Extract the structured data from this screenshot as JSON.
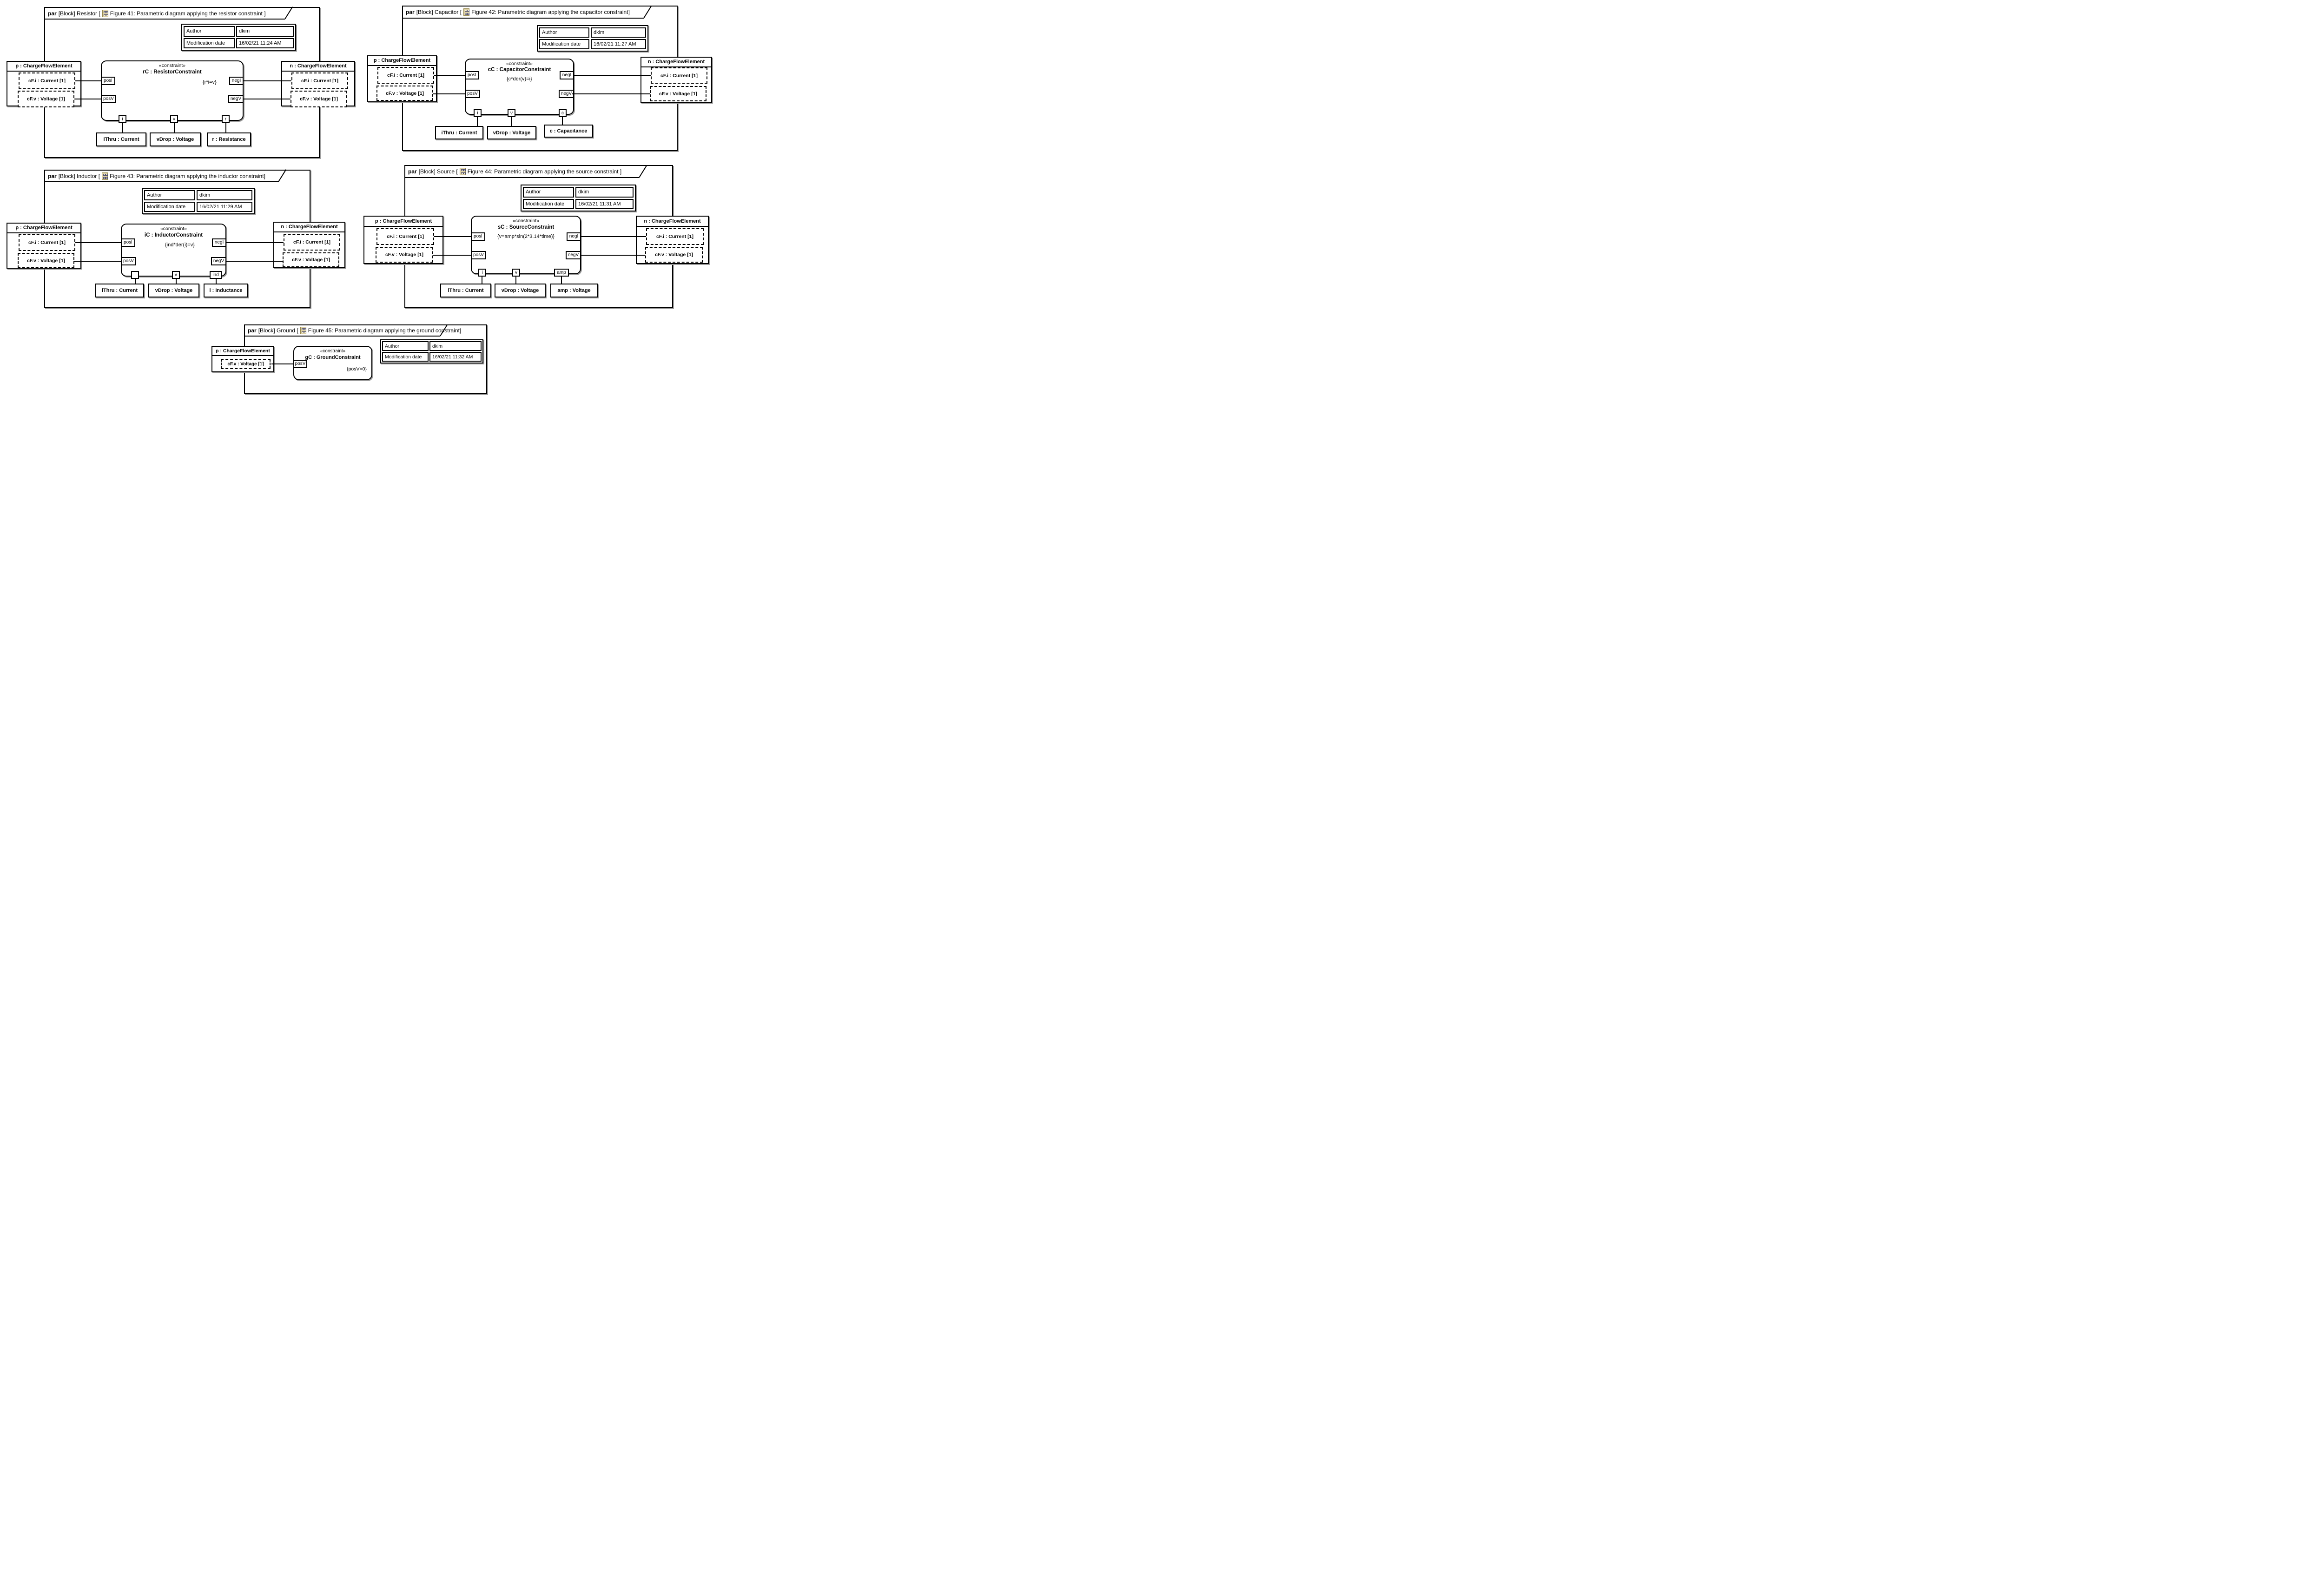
{
  "colors": {
    "line": "#000000",
    "background": "#ffffff",
    "shadow": "#9d9d9d",
    "icon_bg": "#ded1a5",
    "icon_border": "#97894f"
  },
  "diagrams": [
    {
      "name": "Resistor",
      "tab": {
        "keyword": "par",
        "context": "[Block] Resistor [",
        "title": "Figure 41: Parametric diagram applying the resistor constraint ]"
      },
      "author_table": {
        "rows": [
          [
            "Author",
            "dkim"
          ],
          [
            "Modification date",
            "16/02/21 11:24 AM"
          ]
        ]
      },
      "p_part": {
        "title": "p : ChargeFlowElement",
        "props": [
          "cF.i : Current [1]",
          "cF.v : Voltage [1]"
        ]
      },
      "n_part": {
        "title": "n : ChargeFlowElement",
        "props": [
          "cF.i : Current [1]",
          "cF.v : Voltage [1]"
        ]
      },
      "constraint": {
        "stereotype": "«constraint»",
        "name": "rC : ResistorConstraint",
        "equation": "{r*i=v}",
        "left_ports": [
          "posI",
          "posV"
        ],
        "right_ports": [
          "negI",
          "negV"
        ],
        "bottom_ports": [
          "i",
          "v",
          "r"
        ]
      },
      "params": [
        "iThru : Current",
        "vDrop : Voltage",
        "r : Resistance"
      ]
    },
    {
      "name": "Capacitor",
      "tab": {
        "keyword": "par",
        "context": "[Block] Capacitor [",
        "title": "Figure 42: Parametric diagram applying the capacitor constraint]"
      },
      "author_table": {
        "rows": [
          [
            "Author",
            "dkim"
          ],
          [
            "Modification date",
            "16/02/21 11:27 AM"
          ]
        ]
      },
      "p_part": {
        "title": "p : ChargeFlowElement",
        "props": [
          "cF.i : Current [1]",
          "cF.v : Voltage [1]"
        ]
      },
      "n_part": {
        "title": "n : ChargeFlowElement",
        "props": [
          "cF.i : Current [1]",
          "cF.v : Voltage [1]"
        ]
      },
      "constraint": {
        "stereotype": "«constraint»",
        "name": "cC : CapacitorConstraint",
        "equation": "{c*der(v)=i}",
        "left_ports": [
          "posI",
          "posV"
        ],
        "right_ports": [
          "negI",
          "negV"
        ],
        "bottom_ports": [
          "i",
          "v",
          "c"
        ]
      },
      "params": [
        "iThru : Current",
        "vDrop : Voltage",
        "c : Capacitance"
      ]
    },
    {
      "name": "Inductor",
      "tab": {
        "keyword": "par",
        "context": "[Block] Inductor [",
        "title": "Figure 43: Parametric diagram applying the inductor constraint]"
      },
      "author_table": {
        "rows": [
          [
            "Author",
            "dkim"
          ],
          [
            "Modification date",
            "16/02/21 11:29 AM"
          ]
        ]
      },
      "p_part": {
        "title": "p : ChargeFlowElement",
        "props": [
          "cF.i : Current [1]",
          "cF.v : Voltage [1]"
        ]
      },
      "n_part": {
        "title": "n : ChargeFlowElement",
        "props": [
          "cF.i : Current [1]",
          "cF.v : Voltage [1]"
        ]
      },
      "constraint": {
        "stereotype": "«constraint»",
        "name": "iC : InductorConstraint",
        "equation": "{ind*der(i)=v}",
        "left_ports": [
          "posI",
          "posV"
        ],
        "right_ports": [
          "negI",
          "negV"
        ],
        "bottom_ports": [
          "i",
          "v",
          "ind"
        ]
      },
      "params": [
        "iThru : Current",
        "vDrop : Voltage",
        "i : Inductance"
      ]
    },
    {
      "name": "Source",
      "tab": {
        "keyword": "par",
        "context": "[Block] Source [",
        "title": "Figure 44: Parametric diagram applying the source constraint ]"
      },
      "author_table": {
        "rows": [
          [
            "Author",
            "dkim"
          ],
          [
            "Modification date",
            "16/02/21 11:31 AM"
          ]
        ]
      },
      "p_part": {
        "title": "p : ChargeFlowElement",
        "props": [
          "cF.i : Current [1]",
          "cF.v : Voltage [1]"
        ]
      },
      "n_part": {
        "title": "n : ChargeFlowElement",
        "props": [
          "cF.i : Current [1]",
          "cF.v : Voltage [1]"
        ]
      },
      "constraint": {
        "stereotype": "«constraint»",
        "name": "sC : SourceConstraint",
        "equation": "{v=amp*sin(2*3.14*time)}",
        "left_ports": [
          "posI",
          "posV"
        ],
        "right_ports": [
          "negI",
          "negV"
        ],
        "bottom_ports": [
          "i",
          "v",
          "amp"
        ]
      },
      "params": [
        "iThru : Current",
        "vDrop : Voltage",
        "amp : Voltage"
      ]
    },
    {
      "name": "Ground",
      "tab": {
        "keyword": "par",
        "context": "[Block] Ground [",
        "title": "Figure 45: Parametric diagram applying the ground constraint]"
      },
      "author_table": {
        "rows": [
          [
            "Author",
            "dkim"
          ],
          [
            "Modification date",
            "16/02/21 11:32 AM"
          ]
        ]
      },
      "p_part": {
        "title": "p : ChargeFlowElement",
        "props": [
          "cF.v : Voltage [1]"
        ]
      },
      "constraint": {
        "stereotype": "«constraint»",
        "name": "gC : GroundConstraint",
        "equation": "{posV=0}",
        "left_ports": [
          "posV"
        ],
        "right_ports": [],
        "bottom_ports": []
      }
    }
  ]
}
